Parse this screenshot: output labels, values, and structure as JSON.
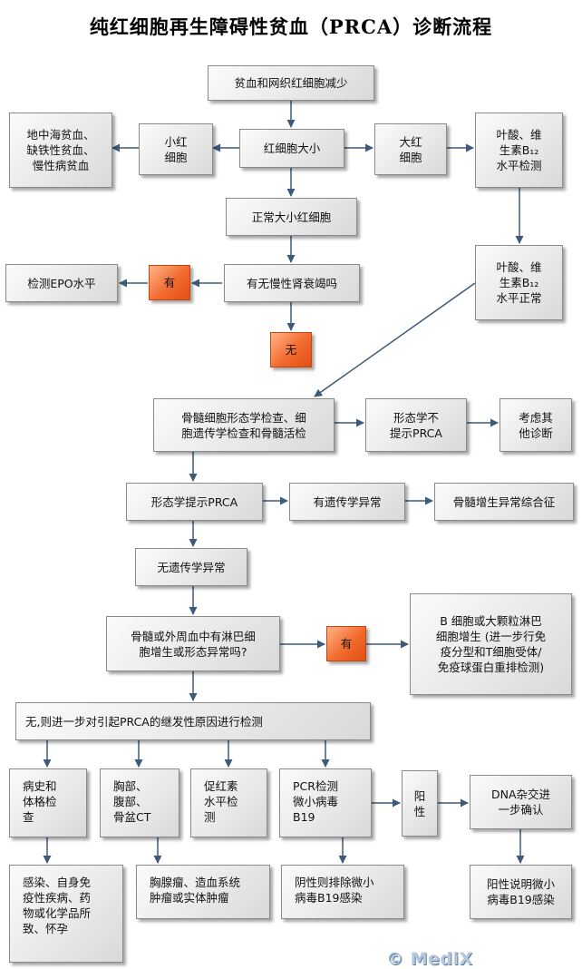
{
  "title": "纯红细胞再生障碍性贫血（PRCA）诊断流程",
  "nodes": {
    "anemia": "贫血和网织红细胞减少",
    "rbc_size": "红细胞大小",
    "small_rbc": "小红\n细胞",
    "small_causes": "地中海贫血、\n缺铁性贫血、\n慢性病贫血",
    "large_rbc": "大红\n细胞",
    "folate_test": "叶酸、维\n生素B₁₂\n水平检测",
    "normal_rbc": "正常大小红细胞",
    "renal_failure": "有无慢性肾衰竭吗",
    "yes_renal": "有",
    "epo_check": "检测EPO水平",
    "no_renal": "无",
    "folate_normal": "叶酸、维\n生素B₁₂\n水平正常",
    "marrow_exam": "骨髓细胞形态学检查、细\n胞遗传学检查和骨髓活检",
    "morph_not_prca": "形态学不\n提示PRCA",
    "other_diag": "考虑其\n他诊断",
    "morph_prca": "形态学提示PRCA",
    "genetic_abn": "有遗传学异常",
    "mds": "骨髓增生异常综合征",
    "no_genetic": "无遗传学异常",
    "lymph_question": "骨髓或外周血中有淋巴细\n胞增生或形态异常吗?",
    "yes_lymph": "有",
    "lymph_result": "B 细胞或大颗粒淋巴\n细胞增生 (进一步行免\n疫分型和T细胞受体/\n免疫球蛋白重排检测)",
    "secondary": "无,则进一步对引起PRCA的继发性原因进行检测",
    "history": "病史和\n体格检\n查",
    "ct": "胸部、\n腹部、\n骨盆CT",
    "epo_level": "促红素\n水平检\n测",
    "pcr": "PCR检测\n微小病毒\nB19",
    "positive": "阳\n性",
    "dna": "DNA杂交进\n一步确认",
    "history_result": "感染、自身免\n疫性疾病、药\n物或化学品所\n致、怀孕",
    "ct_result": "胸腺瘤、造血系统\n肿瘤或实体肿瘤",
    "pcr_result": "阴性则排除微小\n病毒B19感染",
    "dna_result": "阳性说明微小\n病毒B19感染"
  },
  "logo": "© MediX",
  "colors": {
    "box_border": "#8a8a8a",
    "arrow": "#3d5a7a",
    "orange": "#f26a2e"
  }
}
